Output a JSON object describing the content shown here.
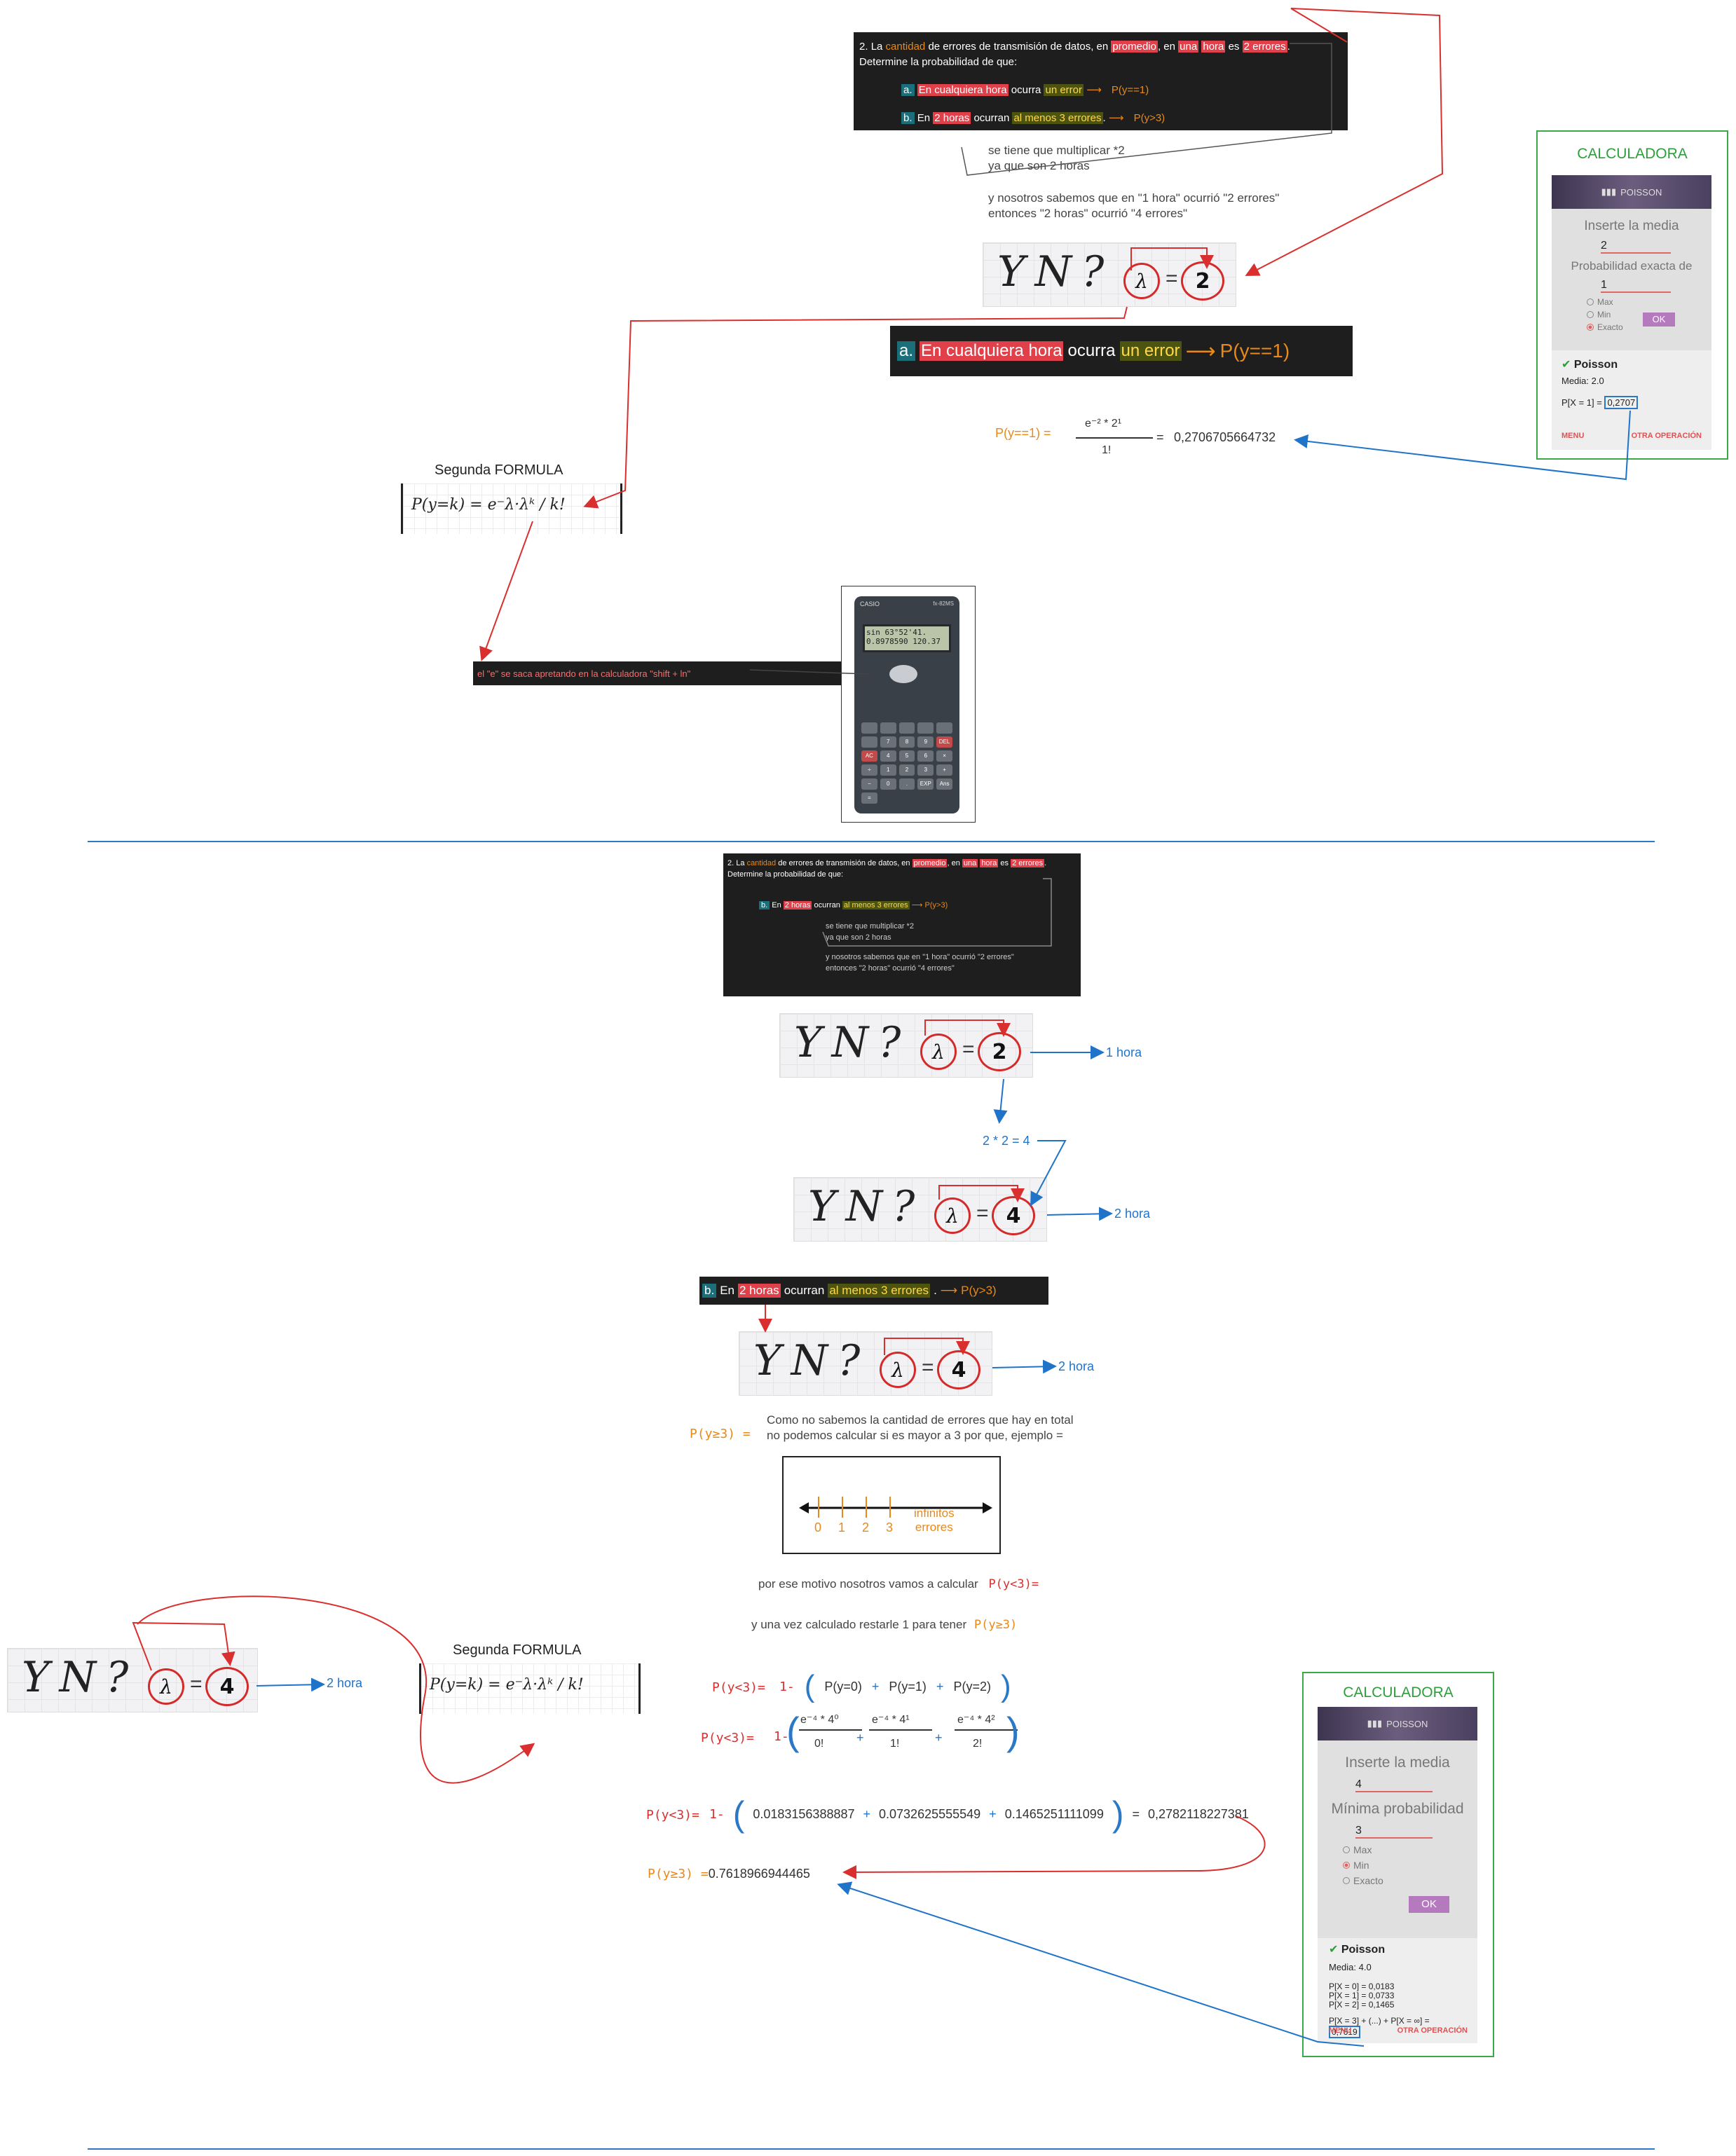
{
  "problem": {
    "p1_n": "2.",
    "p1_la": "La",
    "p1_cantidad": "cantidad",
    "p1_de_errores": "de errores de transmisión de datos, en",
    "p1_promedio": "promedio",
    "p1_en": ", en",
    "p1_una": "una",
    "p1_hora": "hora",
    "p1_es": "es",
    "p1_2errores": "2 errores",
    "p1_dot": ".",
    "p2": "Determine la probabilidad de que:",
    "a_letter": "a.",
    "a_cualquiera": "En cualquiera hora",
    "a_ocurra": "ocurra",
    "a_error": "un error",
    "a_prob": "P(y==1)",
    "b_letter": "b.",
    "b_en": "En",
    "b_2horas": "2 horas",
    "b_ocurran": "ocurran",
    "b_almenos": "al menos 3 errores",
    "b_dot": ".",
    "b_prob": "P(y>3)"
  },
  "notes": {
    "mult1": "se tiene que multiplicar *2",
    "mult2": "ya que son 2 horas",
    "know1": "y nosotros sabemos que en \"1 hora\" ocurrió \"2 errores\"",
    "know2": "entonces \"2 horas\" ocurrió \"4 errores\"",
    "e_hint": "el \"e\" se saca apretando en la calculadora \"shift + ln\"",
    "one_hora": "1 hora",
    "two_hora": "2 hora",
    "mult_eq": "2 * 2 = 4",
    "como1": "Como no sabemos la cantidad de errores que hay en total",
    "como2": "no podemos calcular si es mayor a 3 por que, ejemplo =",
    "motivo": "por ese motivo nosotros vamos a calcular",
    "restar": "y una vez calculado restarle 1 para tener",
    "infinitos1": "infinitos",
    "infinitos2": "errores"
  },
  "handwriting": {
    "lambda_val_a": "2",
    "lambda_val_b": "4",
    "formula_title": "Segunda FORMULA",
    "formula_text": "P(y=k) = e⁻λ·λᵏ / k!"
  },
  "formulas": {
    "p1_label": "P(y==1) =",
    "p1_num": "e⁻² * 2¹",
    "p1_den": "1!",
    "p1_eq": "=",
    "p1_result": "0,2706705664732",
    "pge3": "P(y≥3) =",
    "plt3": "P(y<3)=",
    "pge3_short": "P(y≥3)",
    "one_minus": "1-",
    "py0": "P(y=0)",
    "py1": "P(y=1)",
    "py2": "P(y=2)",
    "plus": "+",
    "t0_num": "e⁻⁴ * 4⁰",
    "t0_den": "0!",
    "t1_num": "e⁻⁴ * 4¹",
    "t1_den": "1!",
    "t2_num": "e⁻⁴ * 4²",
    "t2_den": "2!",
    "v0": "0.0183156388887",
    "v1": "0.0732625555549",
    "v2": "0.1465251111099",
    "sum": "0,2782118227381",
    "final": "0.7618966944465"
  },
  "numberline": {
    "ticks": [
      "0",
      "1",
      "2",
      "3"
    ]
  },
  "calc1": {
    "title": "CALCULADORA",
    "brand": "POISSON",
    "media_label": "Inserte la media",
    "media_value": "2",
    "prob_label": "Probabilidad exacta de",
    "prob_value": "1",
    "opt_max": "Max",
    "opt_min": "Min",
    "opt_exacto": "Exacto",
    "ok": "OK",
    "result_title": "Poisson",
    "media_line": "Media: 2.0",
    "px_line": "P[X = 1] =",
    "px_val": "0,2707",
    "menu": "MENU",
    "otra": "OTRA OPERACIÓN"
  },
  "calc2": {
    "title": "CALCULADORA",
    "brand": "POISSON",
    "media_label": "Inserte la media",
    "media_value": "4",
    "prob_label": "Mínima probabilidad",
    "prob_value": "3",
    "opt_max": "Max",
    "opt_min": "Min",
    "opt_exacto": "Exacto",
    "ok": "OK",
    "result_title": "Poisson",
    "media_line": "Media: 4.0",
    "r0": "P[X = 0] = 0,0183",
    "r1": "P[X = 1] = 0,0733",
    "r2": "P[X = 2] = 0,1465",
    "rsum": "P[X = 3] + (...) + P[X = ∞] =",
    "rsum_val": "0,7619",
    "menu": "MENU",
    "otra": "OTRA OPERACIÓN"
  },
  "device": {
    "brand": "CASIO",
    "model": "fx-82MS",
    "line1": "sin 63°52'41.",
    "line2": "0.8978590 120.37",
    "keys": [
      "",
      "",
      "",
      "",
      "",
      "",
      "7",
      "8",
      "9",
      "DEL",
      "AC",
      "4",
      "5",
      "6",
      "×",
      "÷",
      "1",
      "2",
      "3",
      "+",
      "−",
      "0",
      ".",
      "EXP",
      "Ans",
      "="
    ]
  },
  "colors": {
    "accent_red": "#d9302f",
    "accent_orange": "#e8891a",
    "accent_blue": "#1f74c9",
    "calc_green": "#3aaa48"
  }
}
